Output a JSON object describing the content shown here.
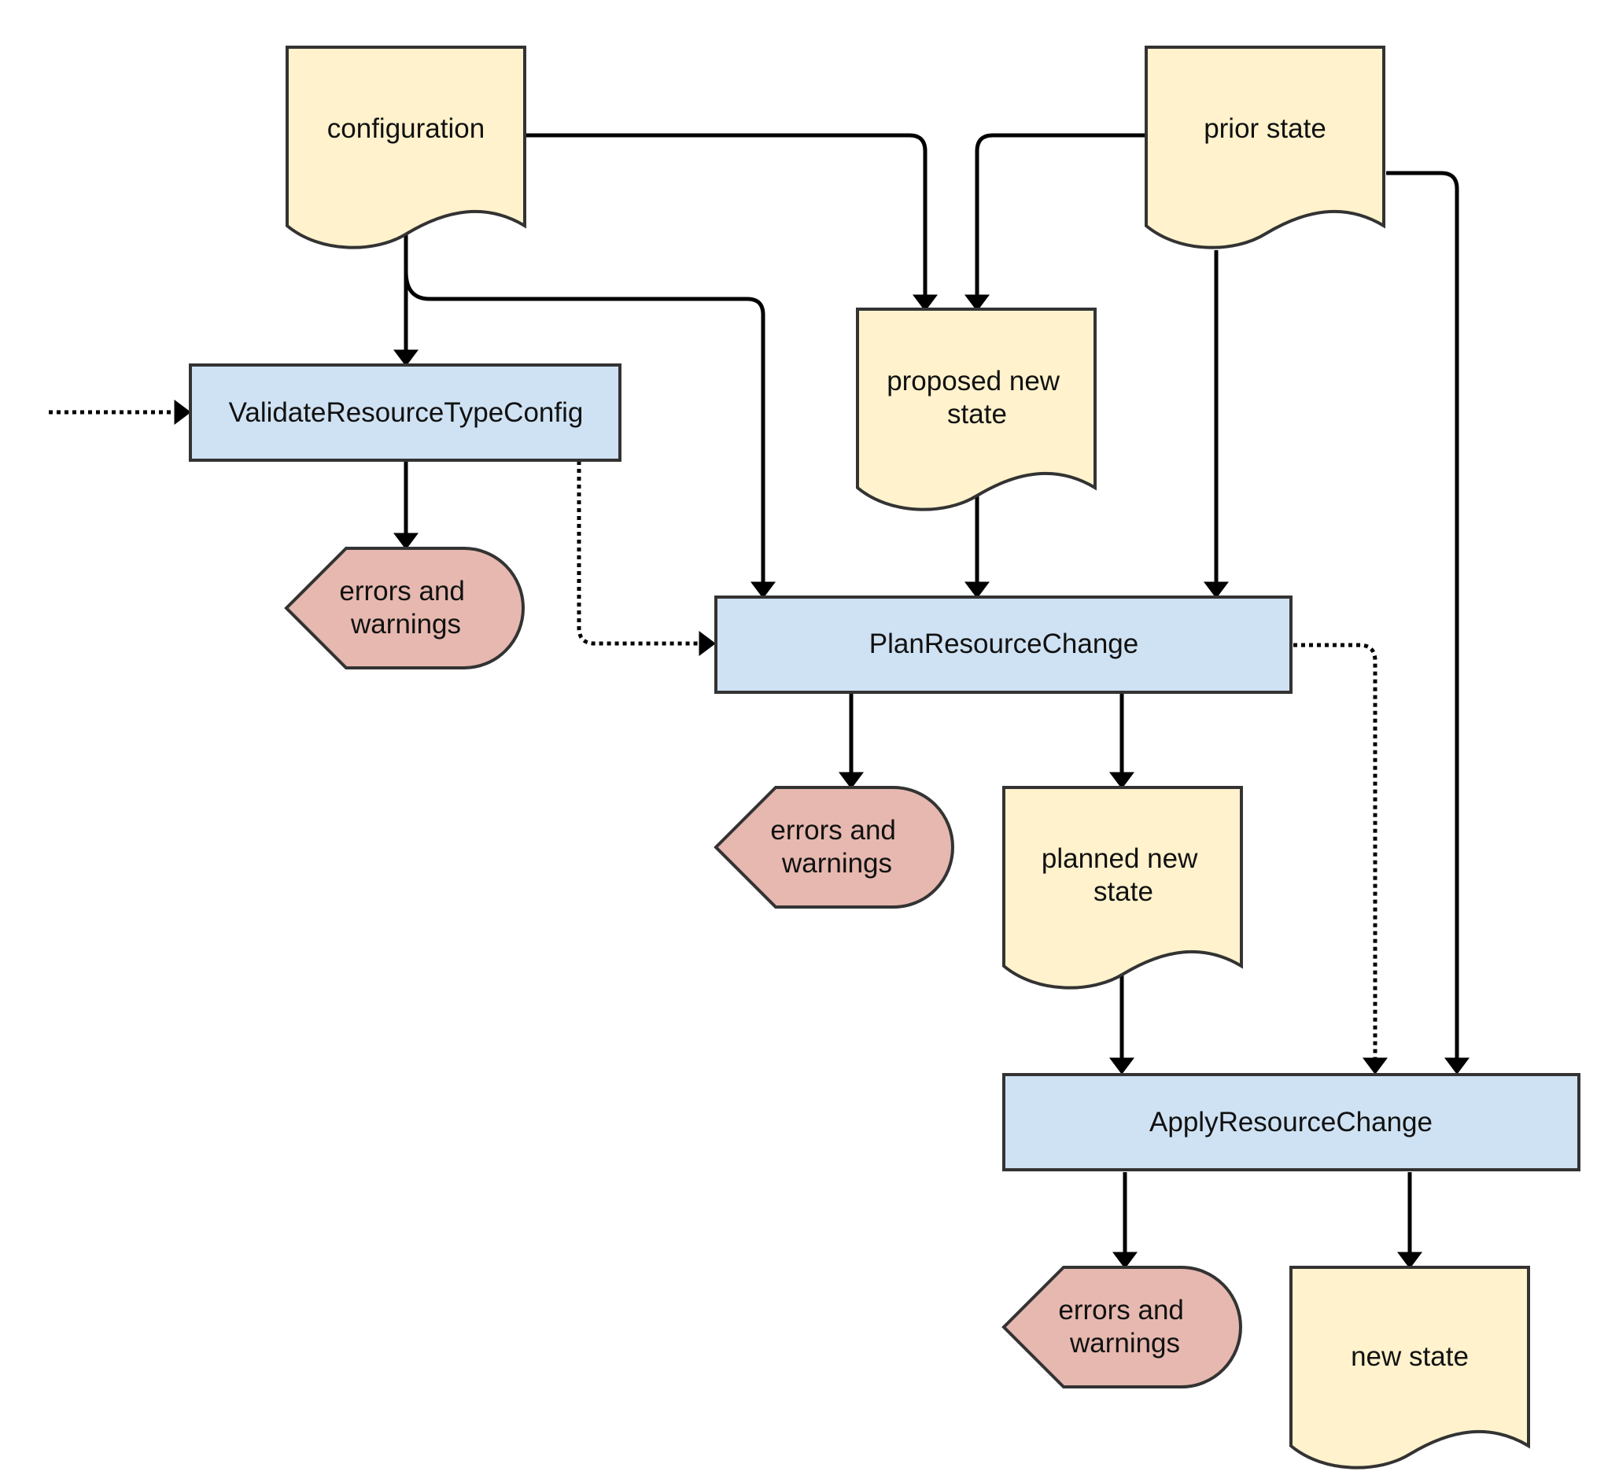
{
  "colors": {
    "document_fill": "#fff2cc",
    "process_fill": "#cfe2f3",
    "error_fill": "#e6b8af",
    "stroke": "#333333",
    "edge": "#000000"
  },
  "nodes": {
    "configuration": {
      "shape": "document",
      "lines": [
        "configuration"
      ]
    },
    "prior_state": {
      "shape": "document",
      "lines": [
        "prior state"
      ]
    },
    "proposed_new_state": {
      "shape": "document",
      "lines": [
        "proposed new",
        "state"
      ]
    },
    "validate": {
      "shape": "process",
      "lines": [
        "ValidateResourceTypeConfig"
      ]
    },
    "errors_validate": {
      "shape": "display",
      "lines": [
        "errors and",
        "warnings"
      ]
    },
    "plan": {
      "shape": "process",
      "lines": [
        "PlanResourceChange"
      ]
    },
    "errors_plan": {
      "shape": "display",
      "lines": [
        "errors and",
        "warnings"
      ]
    },
    "planned_new_state": {
      "shape": "document",
      "lines": [
        "planned new",
        "state"
      ]
    },
    "apply": {
      "shape": "process",
      "lines": [
        "ApplyResourceChange"
      ]
    },
    "errors_apply": {
      "shape": "display",
      "lines": [
        "errors and",
        "warnings"
      ]
    },
    "new_state": {
      "shape": "document",
      "lines": [
        "new state"
      ]
    }
  },
  "edges": [
    {
      "from": "configuration",
      "to": "proposed_new_state",
      "style": "solid"
    },
    {
      "from": "prior_state",
      "to": "proposed_new_state",
      "style": "solid"
    },
    {
      "from": "prior_state",
      "to": "apply",
      "style": "solid"
    },
    {
      "from": "configuration",
      "to": "validate",
      "style": "solid"
    },
    {
      "from": "configuration",
      "to": "plan",
      "style": "solid"
    },
    {
      "from": "",
      "to": "validate",
      "style": "dotted"
    },
    {
      "from": "validate",
      "to": "errors_validate",
      "style": "solid"
    },
    {
      "from": "validate",
      "to": "plan",
      "style": "dotted"
    },
    {
      "from": "proposed_new_state",
      "to": "plan",
      "style": "solid"
    },
    {
      "from": "prior_state",
      "to": "plan",
      "style": "solid"
    },
    {
      "from": "plan",
      "to": "errors_plan",
      "style": "solid"
    },
    {
      "from": "plan",
      "to": "planned_new_state",
      "style": "solid"
    },
    {
      "from": "plan",
      "to": "apply",
      "style": "dotted"
    },
    {
      "from": "planned_new_state",
      "to": "apply",
      "style": "solid"
    },
    {
      "from": "apply",
      "to": "errors_apply",
      "style": "solid"
    },
    {
      "from": "apply",
      "to": "new_state",
      "style": "solid"
    }
  ]
}
